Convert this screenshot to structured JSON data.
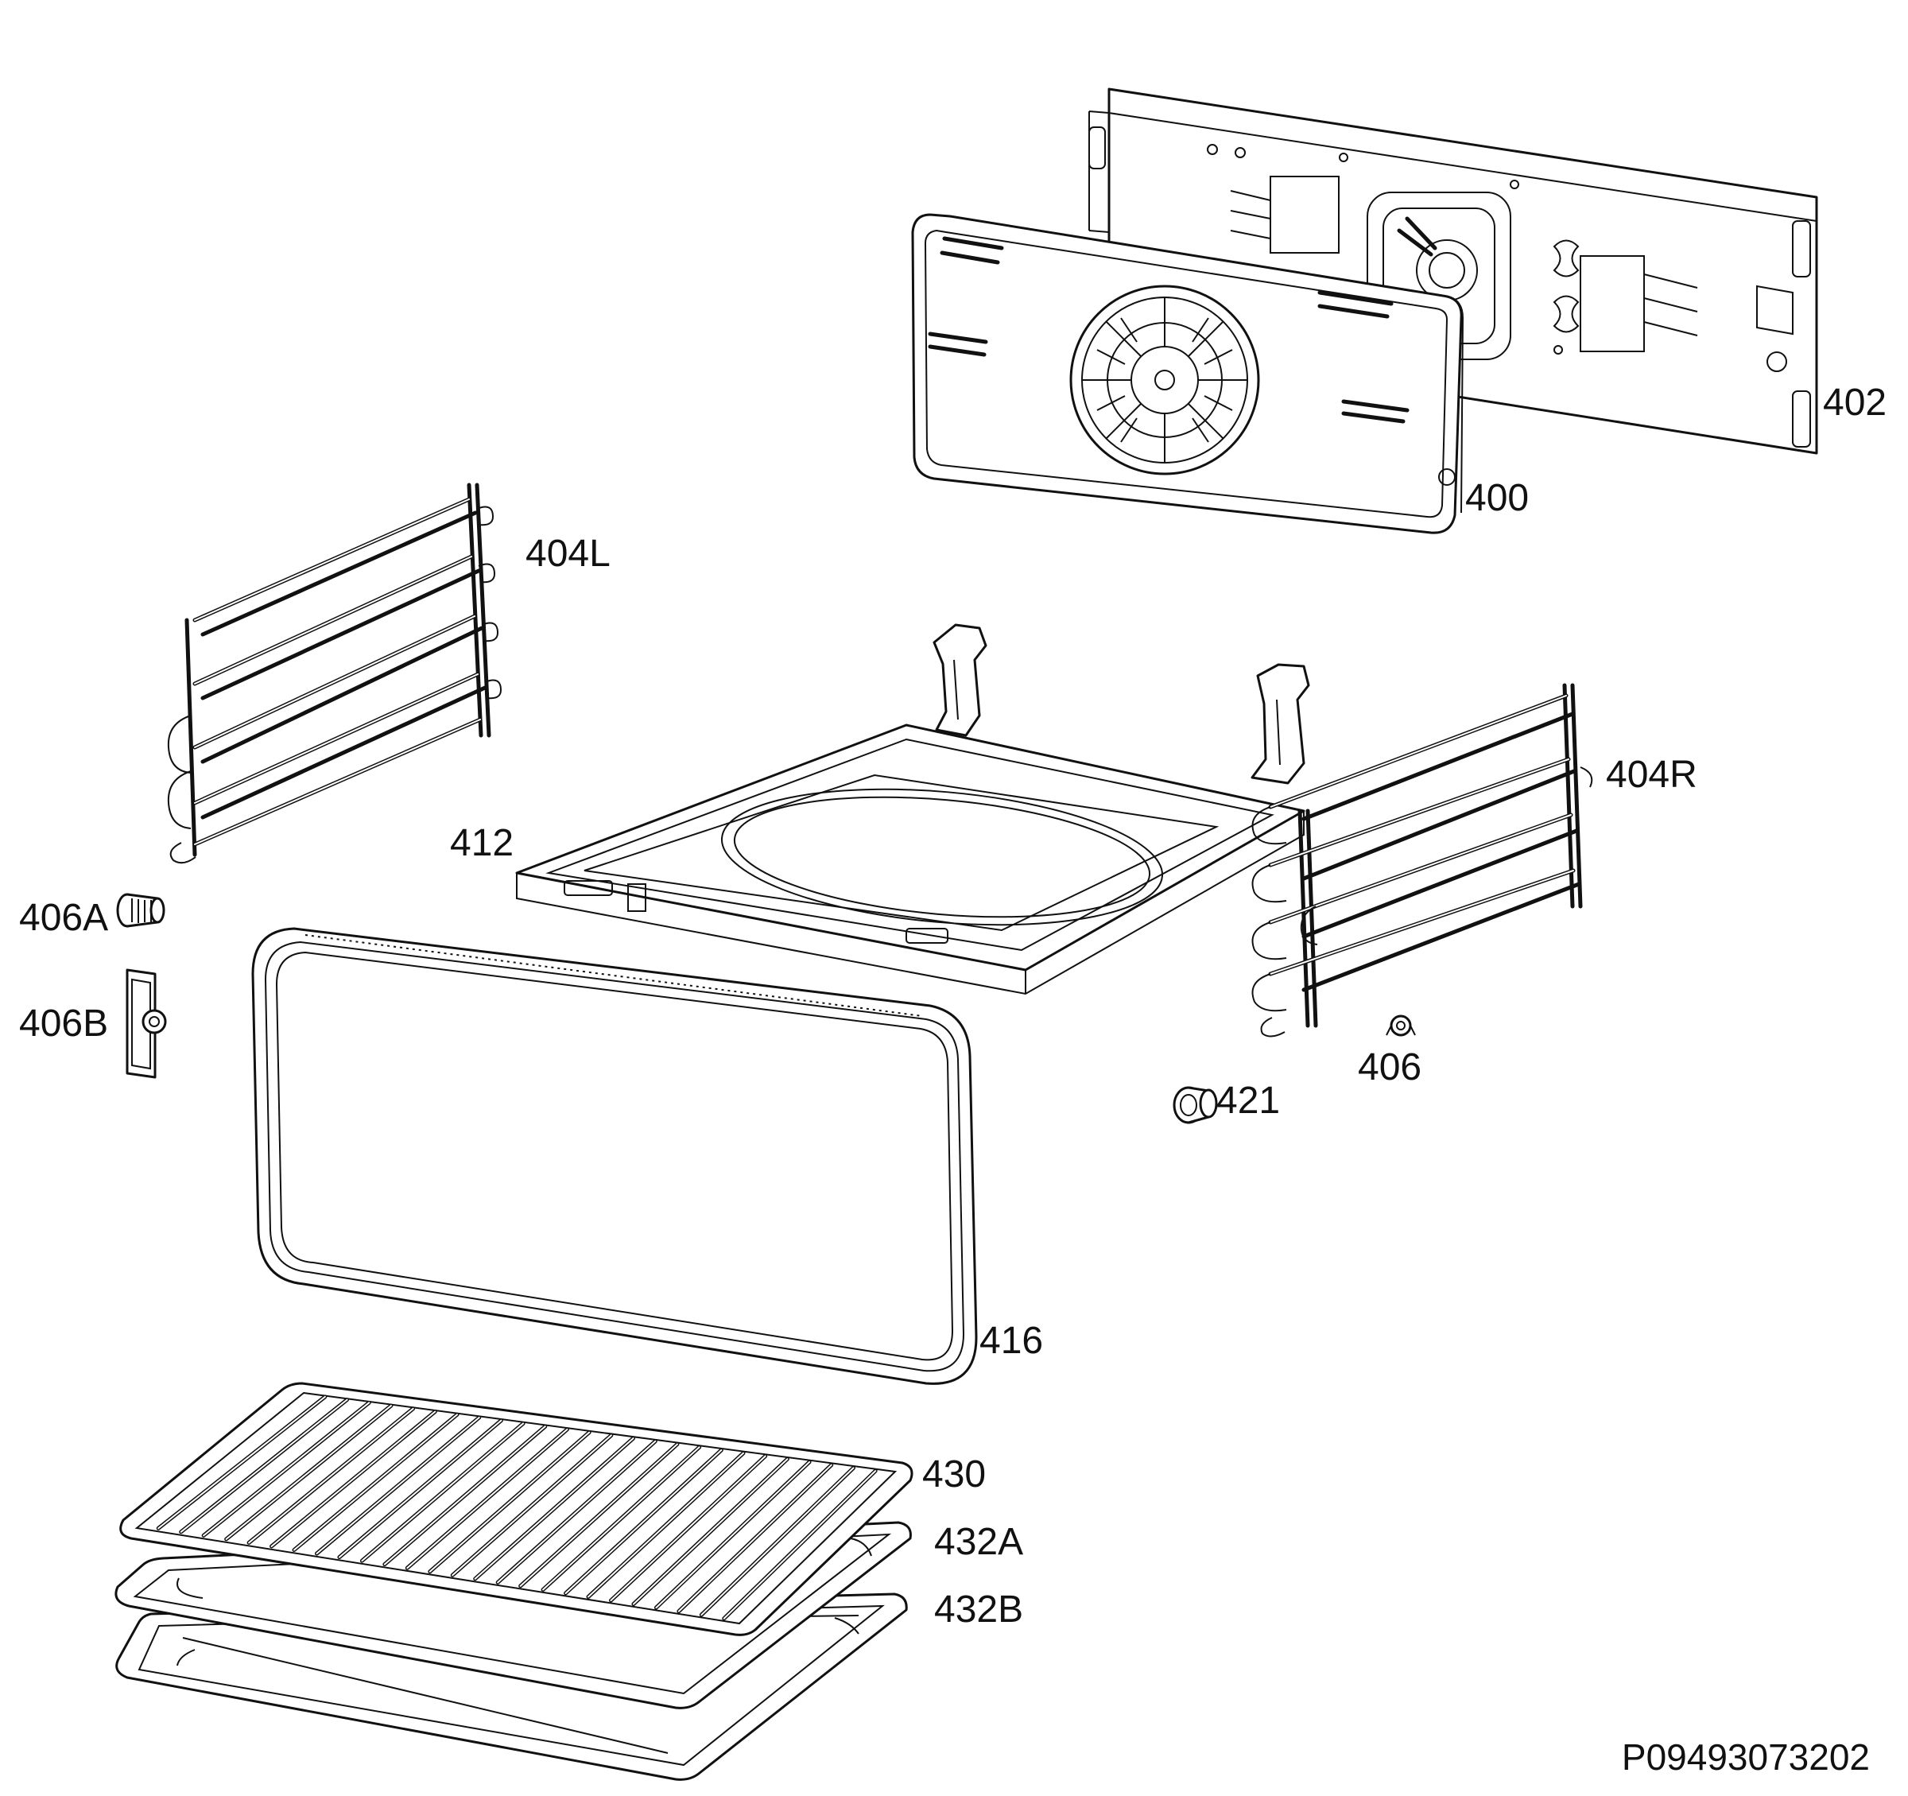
{
  "diagram_code": "P09493073202",
  "callouts": {
    "c400": "400",
    "c402": "402",
    "c404L": "404L",
    "c404R": "404R",
    "c406": "406",
    "c406A": "406A",
    "c406B": "406B",
    "c412": "412",
    "c416": "416",
    "c421": "421",
    "c430": "430",
    "c432A": "432A",
    "c432B": "432B"
  }
}
